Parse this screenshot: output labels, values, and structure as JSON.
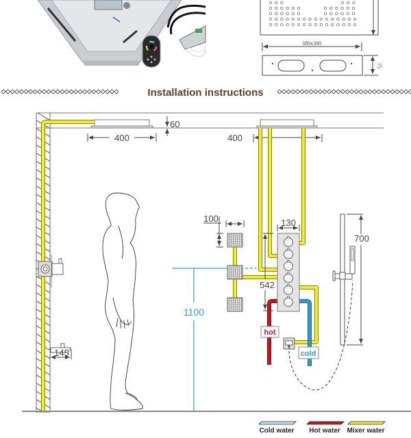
{
  "header": {
    "title": "Installation instructions"
  },
  "top_drawing": {
    "size_label": "380x380",
    "height_label": "75"
  },
  "dimensions": {
    "ceiling_gap": "60",
    "left_head_width": "400",
    "right_head_width": "400",
    "body_jet_spacing": "100",
    "mixer_width": "130",
    "mixer_height": "542",
    "slide_bar_height": "700",
    "install_height": "1100",
    "spout_projection": "145"
  },
  "tags": {
    "hot": "hot",
    "cold": "cold"
  },
  "legend": [
    {
      "label": "Cold water",
      "color": "#bfe6f7"
    },
    {
      "label": "Hot water",
      "color": "#c8161d"
    },
    {
      "label": "Mixer water",
      "color": "#f4ec2a"
    }
  ],
  "colors": {
    "mixer_pipe": "#f4ec2a",
    "hot_pipe": "#c8161d",
    "cold_pipe": "#2a9fd0",
    "title": "#5a4028"
  }
}
